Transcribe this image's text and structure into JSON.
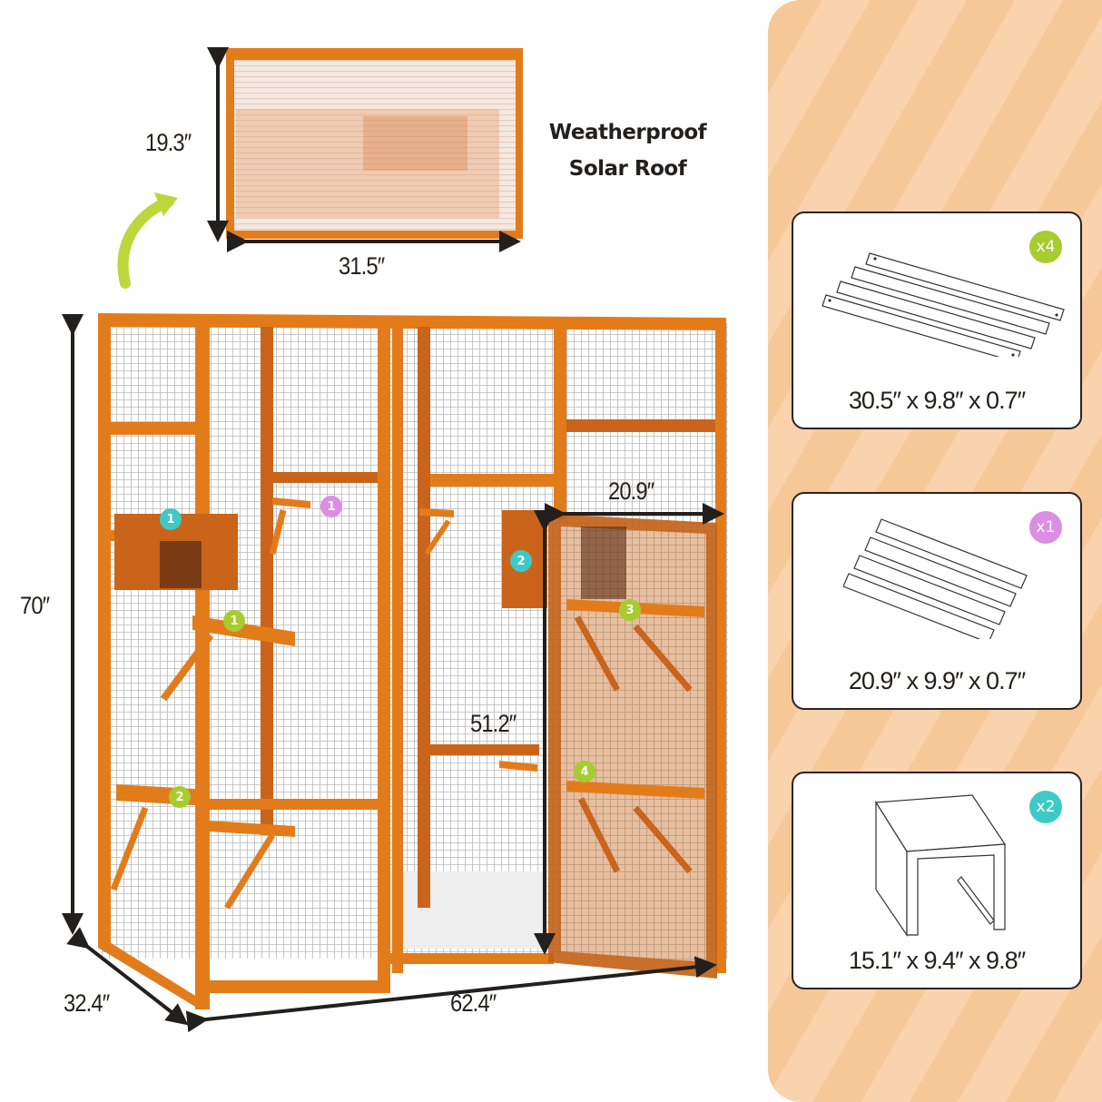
{
  "roof": {
    "caption_line1": "Weatherproof",
    "caption_line2": "Solar Roof",
    "height_label": "19.3″",
    "width_label": "31.5″"
  },
  "catio": {
    "height_label": "70″",
    "depth_label": "32.4″",
    "width_label": "62.4″",
    "door_width_label": "20.9″",
    "door_height_label": "51.2″",
    "markers": [
      {
        "id": "house-1",
        "text": "1",
        "color": "#3fc9c6",
        "kind": "house"
      },
      {
        "id": "small-shelf-1",
        "text": "1",
        "color": "#dc8de4",
        "kind": "small-platform"
      },
      {
        "id": "platform-1",
        "text": "1",
        "color": "#a6cc2e",
        "kind": "platform"
      },
      {
        "id": "house-2",
        "text": "2",
        "color": "#3fc9c6",
        "kind": "house"
      },
      {
        "id": "platform-2",
        "text": "2",
        "color": "#a6cc2e",
        "kind": "platform"
      },
      {
        "id": "platform-3",
        "text": "3",
        "color": "#a6cc2e",
        "kind": "platform"
      },
      {
        "id": "platform-4",
        "text": "4",
        "color": "#a6cc2e",
        "kind": "platform"
      }
    ]
  },
  "parts": [
    {
      "name": "platform",
      "quantity": "x4",
      "badge_color": "#a6cc2e",
      "dimensions": "30.5″ x 9.8″ x 0.7″"
    },
    {
      "name": "small-platform",
      "quantity": "x1",
      "badge_color": "#dc8de4",
      "dimensions": "20.9″ x 9.9″ x 0.7″"
    },
    {
      "name": "house",
      "quantity": "x2",
      "badge_color": "#3fc9c6",
      "dimensions": "15.1″ x 9.4″ x 9.8″"
    }
  ],
  "colors": {
    "wood": "#e27c1b",
    "panel_stripe_light": "#f9d3ab",
    "panel_stripe_dark": "#f6c898",
    "arrow_green": "#bcd63c",
    "text": "#231f1c"
  }
}
